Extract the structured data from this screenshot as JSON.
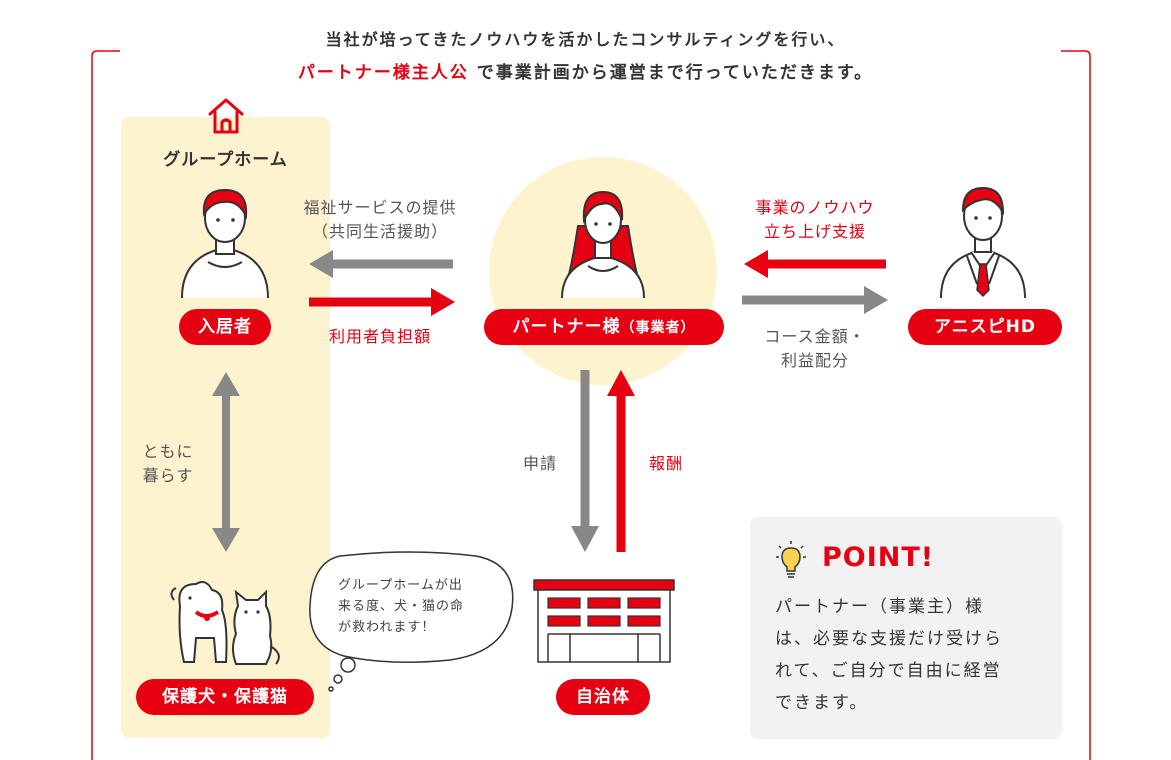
{
  "header": {
    "line1": "当社が培ってきたノウハウを活かしたコンサルティングを行い、",
    "line2_highlight": "パートナー様主人公",
    "line2_rest": " で事業計画から運営まで行っていただきます。"
  },
  "group_home": {
    "label": "グループホーム",
    "icon": "house-icon"
  },
  "nodes": {
    "resident": "入居者",
    "partner": "パートナー様",
    "partner_suffix": "（事業者）",
    "anispi": "アニスピHD",
    "municipality": "自治体",
    "pets": "保護犬・保護猫"
  },
  "flows": {
    "welfare_line1": "福祉サービスの提供",
    "welfare_line2": "（共同生活援助）",
    "user_fee": "利用者負担額",
    "knowhow_line1": "事業のノウハウ",
    "knowhow_line2": "立ち上げ支援",
    "course_line1": "コース金額・",
    "course_line2": "利益配分",
    "apply": "申請",
    "reward": "報酬",
    "live_together_line1": "ともに",
    "live_together_line2": "暮らす"
  },
  "bubble": {
    "line1": "グループホームが出",
    "line2": "来る度、犬・猫の命",
    "line3": "が救われます！"
  },
  "point": {
    "icon": "lightbulb-icon",
    "title": "POINT!",
    "line1": "パートナー（事業主）様",
    "line2": "は、必要な支援だけ受けら",
    "line3": "れて、ご自分で自由に経営",
    "line4": "できます。"
  },
  "colors": {
    "accent": "#e60012",
    "arrow_gray": "#888888",
    "highlight_bg": "#fdf3cf"
  }
}
